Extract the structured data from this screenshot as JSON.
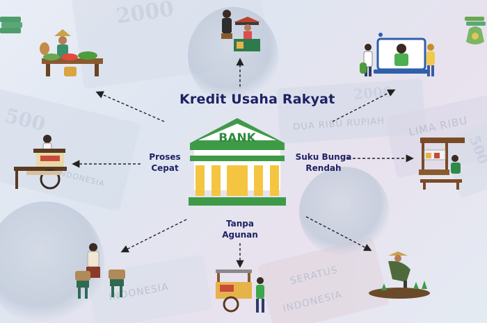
{
  "title": "Kredit Usaha Rakyat",
  "bank_label": "BANK",
  "features": {
    "fast": [
      "Proses",
      "Cepat"
    ],
    "low_rate": [
      "Suku Bunga",
      "Rendah"
    ],
    "no_collateral": [
      "Tanpa",
      "Agunan"
    ]
  },
  "background_notes": {
    "top_denomination": "2000",
    "mid_right_denomination": "2000",
    "mid_right_text": "DUA RIBU RUPIAH",
    "right_text": "LIMA RIBU",
    "left_denomination": "500",
    "left_text": "INDONESIA",
    "bottom_left_text": "INDONESIA",
    "bottom_right_text": "SERATUS",
    "bottom_right_text2": "INDONESIA",
    "far_right_denomination": "500"
  },
  "colors": {
    "title": "#1f2163",
    "bank_green": "#3f9a48",
    "bank_yellow": "#f5c542",
    "arrow": "#222222"
  },
  "icons": [
    "bank-icon",
    "market-vendor-icon",
    "shop-owner-icon",
    "online-business-icon",
    "food-cart-icon",
    "food-stall-icon",
    "street-vendor-icon",
    "cart-pusher-icon",
    "farmer-icon",
    "money-stack-icon",
    "money-bag-icon"
  ]
}
